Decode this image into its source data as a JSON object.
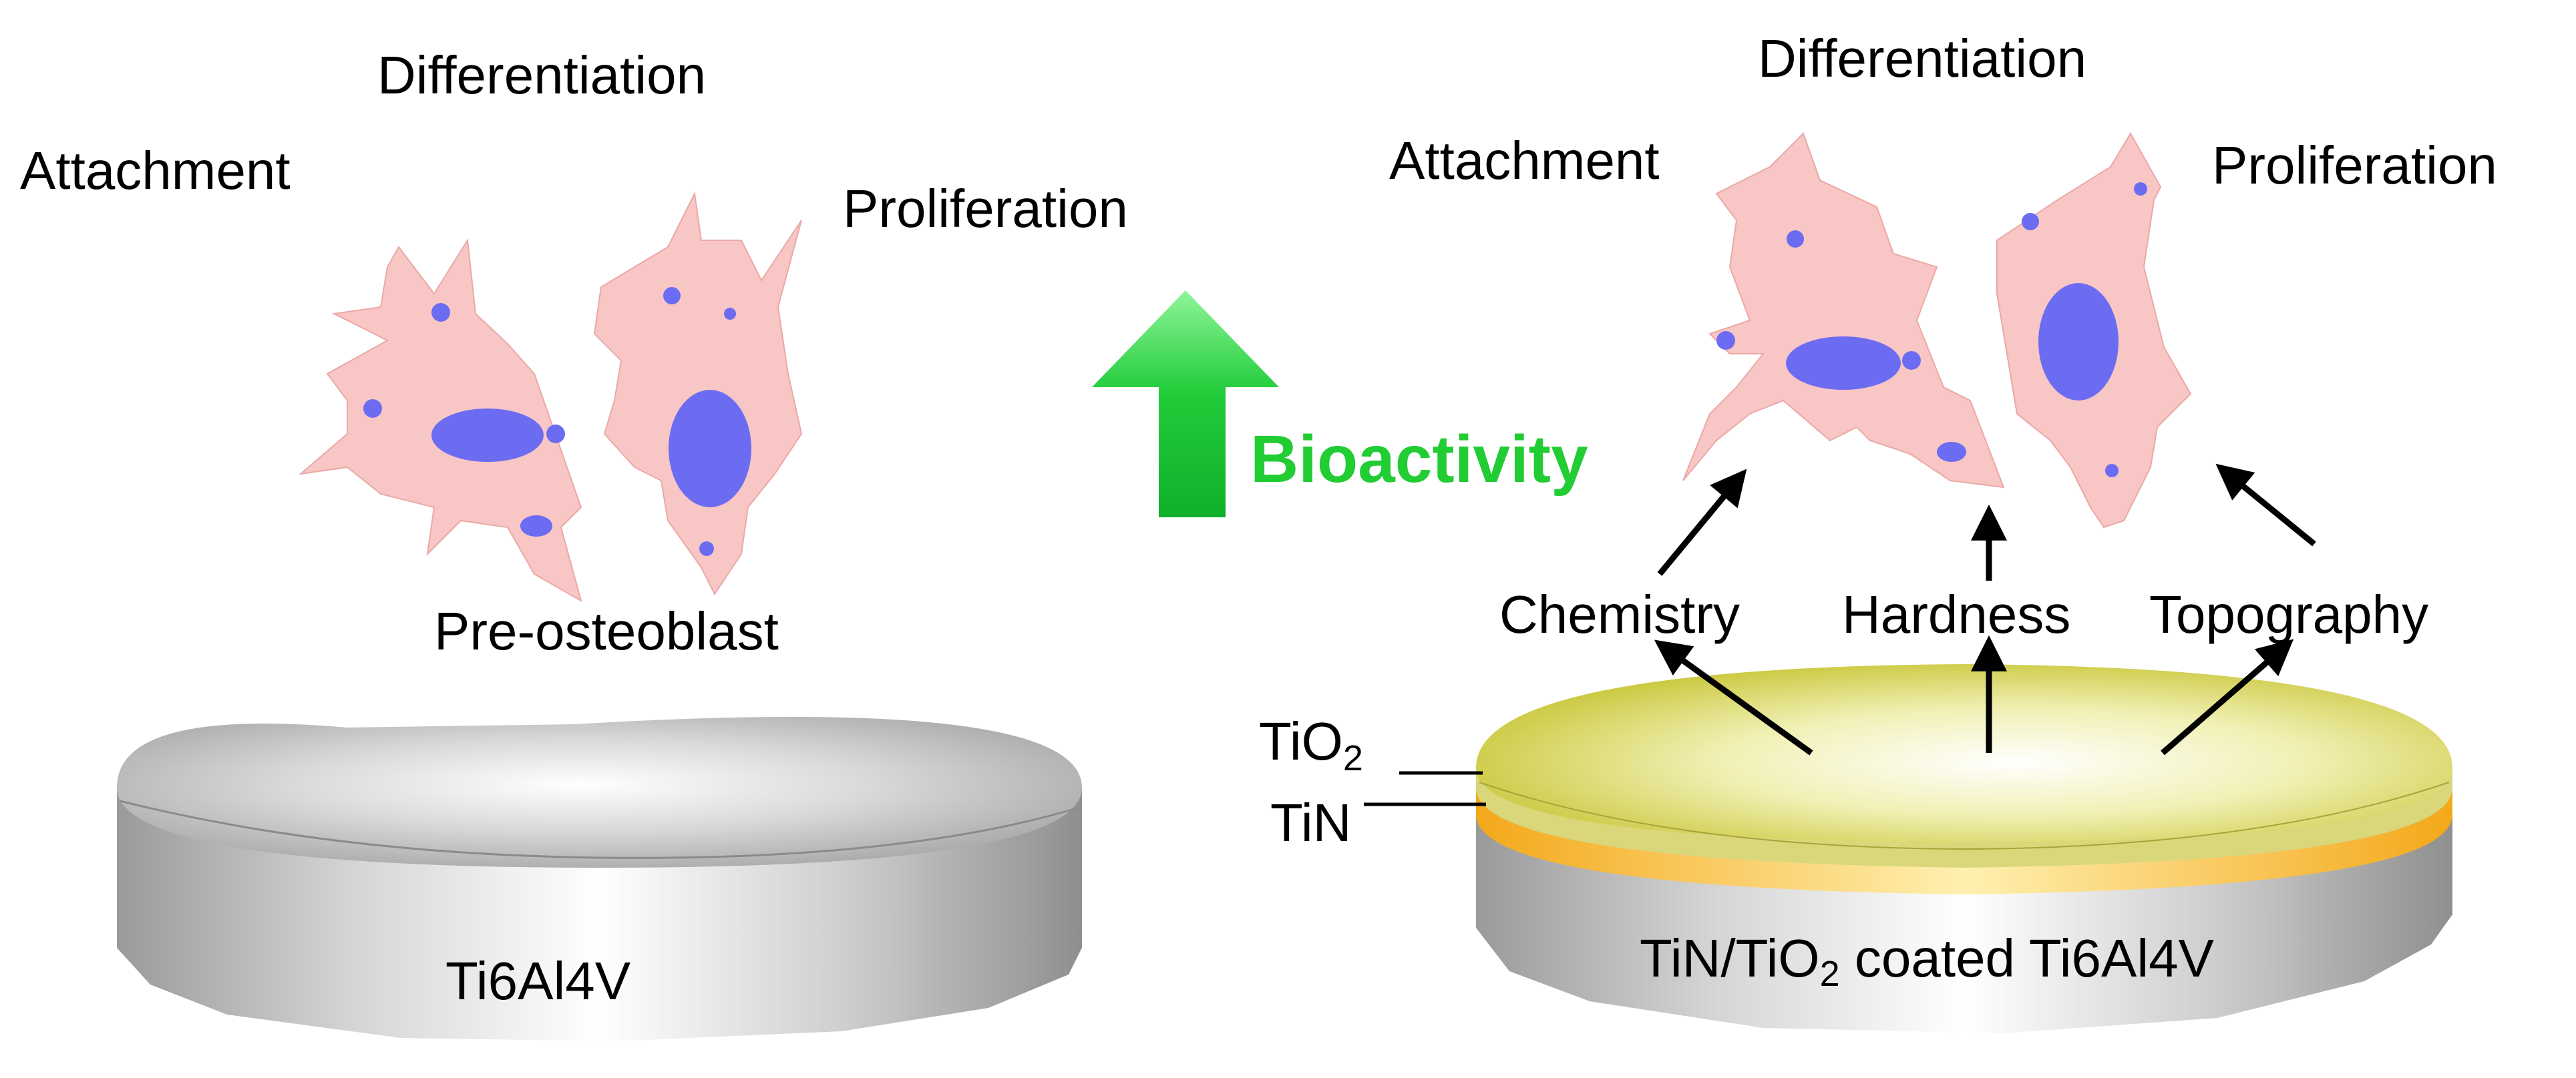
{
  "left_panel": {
    "labels": {
      "differentiation": "Differentiation",
      "attachment": "Attachment",
      "proliferation": "Proliferation",
      "cell_label": "Pre-osteoblast"
    },
    "disc_label": "Ti6Al4V"
  },
  "center": {
    "bioactivity_label": "Bioactivity",
    "arrow_color": "#1ec63a",
    "label_color": "#22cc33"
  },
  "right_panel": {
    "labels": {
      "differentiation": "Differentiation",
      "attachment": "Attachment",
      "proliferation": "Proliferation"
    },
    "properties": {
      "chemistry": "Chemistry",
      "hardness": "Hardness",
      "topography": "Topography"
    },
    "layers": {
      "tio2_base": "TiO",
      "tio2_sub": "2",
      "tin": "TiN"
    },
    "disc_label": {
      "prefix": "TiN/TiO",
      "sub": "2",
      "suffix": " coated Ti6Al4V"
    }
  },
  "colors": {
    "cell_fill": "#f8c6c4",
    "nucleus_fill": "#6b6cf2",
    "disc_gray": "#bdbdbd",
    "coating_yellow": "#e2e06a",
    "tin_orange": "#f7b81c"
  }
}
